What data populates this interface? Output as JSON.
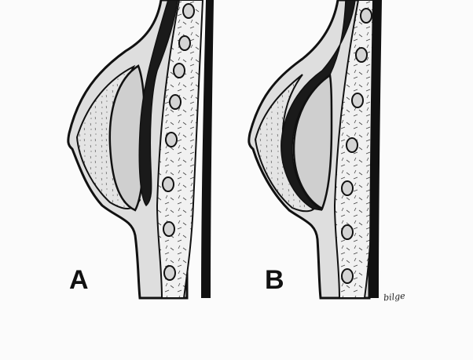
{
  "panels": [
    {
      "label": "A"
    },
    {
      "label": "B"
    }
  ],
  "signature": "bilge"
}
